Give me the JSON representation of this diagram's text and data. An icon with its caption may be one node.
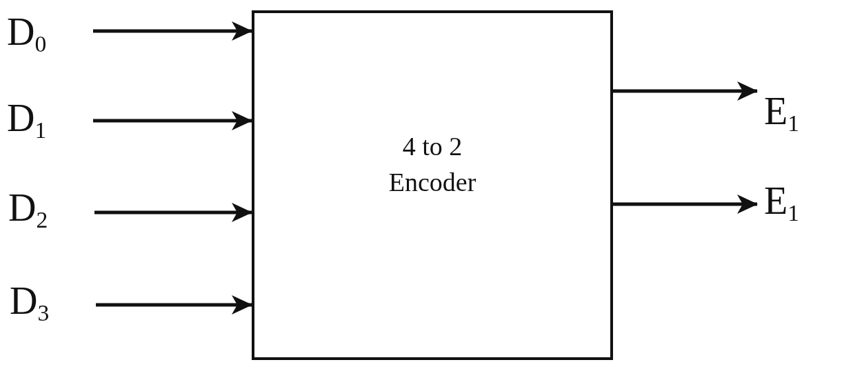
{
  "diagram": {
    "nodes": [
      {
        "text": [
          "4 to 2 Encoder"
        ]
      },
      {
        "text": [
          "D$_{0}$"
        ]
      },
      {
        "text": [
          "D$_{1}$"
        ]
      },
      {
        "text": [
          "D$_{2}$"
        ]
      },
      {
        "text": [
          "D$_{3}$"
        ]
      },
      {
        "text": [
          "E$_{1}$"
        ]
      },
      {
        "text": [
          "E$_{1}$"
        ]
      }
    ],
    "edges": [
      {
        "from": 1,
        "to": 0,
        "arrow": "to"
      },
      {
        "from": 2,
        "to": 0,
        "arrow": "to"
      },
      {
        "from": 3,
        "to": 0,
        "arrow": "to"
      },
      {
        "from": 4,
        "to": 0,
        "arrow": "to"
      },
      {
        "from": 0,
        "to": 5,
        "arrow": "to"
      },
      {
        "from": 0,
        "to": 6,
        "arrow": "to"
      }
    ]
  }
}
